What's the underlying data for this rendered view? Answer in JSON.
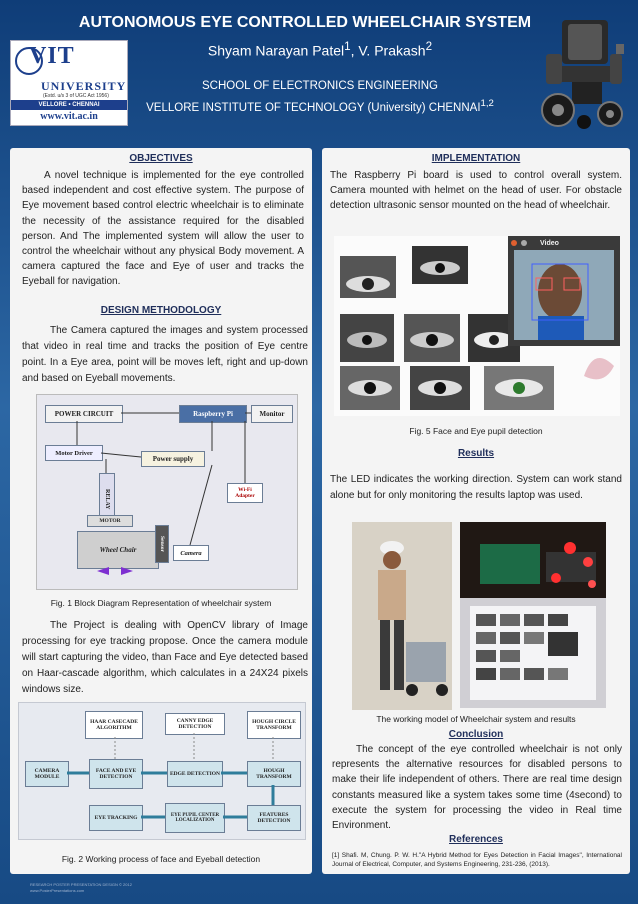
{
  "header": {
    "title": "AUTONOMOUS EYE CONTROLLED WHEELCHAIR SYSTEM",
    "authors": "Shyam Narayan Patel",
    "author1_sup": "1",
    "authors_mid": ", V. Prakash",
    "author2_sup": "2",
    "school": "SCHOOL OF ELECTRONICS ENGINEERING",
    "institute": "VELLORE INSTITUTE OF TECHNOLOGY (University) CHENNAI",
    "institute_sup": "1,2"
  },
  "logo": {
    "name": "VIT",
    "university": "UNIVERSITY",
    "established": "(Estd. u/s 3 of UGC Act 1956)",
    "band": "VELLORE • CHENNAI",
    "url": "www.vit.ac.in"
  },
  "left": {
    "objectives_heading": "OBJECTIVES",
    "objectives_text": "A novel technique is implemented for the eye controlled based independent and cost effective system. The purpose of Eye movement based control electric wheelchair is to eliminate the necessity of the assistance required for the disabled person. And The implemented system will allow the user to control the wheelchair without any physical Body movement. A camera captured the face and Eye of user and tracks the Eyeball for navigation.",
    "design_heading": "DESIGN METHODOLOGY",
    "design_text": "The Camera captured the images and system processed that video in real time and tracks the position of Eye centre point. In a Eye area, point will be moves left, right and up-down and based on Eyeball movements.",
    "fig1_caption": "Fig. 1 Block Diagram Representation of wheelchair system",
    "project_text": "The Project is dealing with OpenCV library of Image processing for eye tracking propose. Once the camera module will start capturing the video, than Face and Eye detected based on Haar-cascade algorithm, which calculates in a 24X24 pixels windows size.",
    "fig2_caption": "Fig. 2 Working process of face and Eyeball detection"
  },
  "fig1": {
    "power_circuit": "POWER CIRCUIT",
    "raspberry": "Raspberry Pi",
    "monitor": "Monitor",
    "motor_driver": "Motor Driver",
    "power_supply": "Power supply",
    "wifi": "Wi-Fi Adapter",
    "relay": "RELAY",
    "motor": "MOTOR",
    "wheelchair": "Wheel Chair",
    "sensor": "Sensor",
    "camera": "Camera"
  },
  "fig2": {
    "haar": "HAAR CASECADE ALGORITHM",
    "canny": "CANNY EDGE DETECTION",
    "hough_top": "HOUGH CIRCLE TRANSFORM",
    "camera_module": "CAMERA MODULE",
    "face_eye": "FACE AND EYE DETECTION",
    "edge": "EDGE DETECTION",
    "hough": "HOUGH TRANSFORM",
    "eye_tracking": "EYE TRACKING",
    "pupil": "EYE PUPIL CENTER LOCALIZATION",
    "features": "FEATURES DETECTION"
  },
  "right": {
    "impl_heading": "IMPLEMENTATION",
    "impl_text": "The Raspberry Pi board is used to control overall system. Camera mounted with helmet on the head of user. For obstacle detection ultrasonic sensor mounted on the head of wheelchair.",
    "fig5_video_label": "Video",
    "fig5_caption": "Fig. 5 Face and Eye pupil detection",
    "results_heading": "Results",
    "results_text": "The LED indicates the working direction. System can work stand alone but for only monitoring the results laptop was used.",
    "working_caption": "The working model of Wheelchair system and results",
    "conclusion_heading": "Conclusion",
    "conclusion_text": "The concept of the eye controlled wheelchair is not only represents the alternative resources for disabled persons to make their life independent of others. There are real time design constants measured like a system takes some time (4second) to execute the system for processing the video in Real time Environment.",
    "references_heading": "References",
    "references_text": "[1] Shafi. M, Chung. P. W. H.\"A Hybrid Method for Eyes Detection in Facial Images\", International Journal of Electrical, Computer, and Systems Engineering, 231-236, (2013)."
  },
  "footer": {
    "line1": "RESEARCH POSTER PRESENTATION DESIGN © 2012",
    "line2": "www.PosterPresentations.com"
  }
}
